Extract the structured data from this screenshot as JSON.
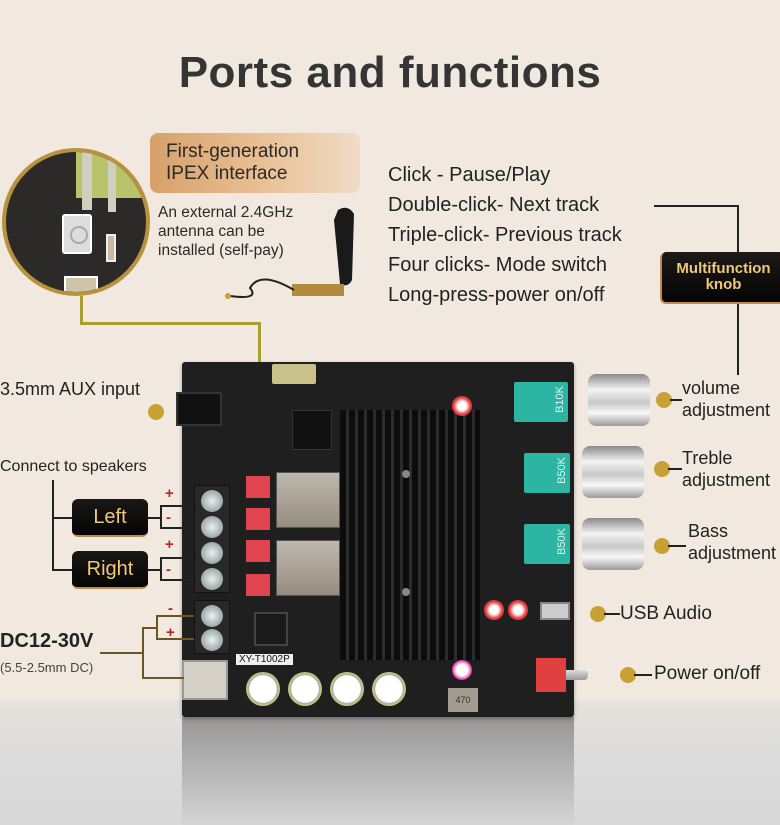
{
  "title": "Ports and functions",
  "ipex": {
    "badge_line1": "First-generation",
    "badge_line2": "IPEX interface",
    "desc_line1": "An external 2.4GHz",
    "desc_line2": "antenna can be",
    "desc_line3": "installed (self-pay)"
  },
  "knob_functions": [
    "Click - Pause/Play",
    "Double-click- Next track",
    "Triple-click- Previous track",
    "Four clicks- Mode switch",
    "Long-press-power on/off"
  ],
  "knob_badge": {
    "line1": "Multifunction",
    "line2": "knob"
  },
  "left_labels": {
    "aux": "3.5mm AUX input",
    "speakers": "Connect to speakers",
    "left": "Left",
    "right": "Right",
    "plus": "+",
    "minus": "-",
    "dc_voltage": "DC12-30V",
    "dc_jack": "(5.5-2.5mm DC)"
  },
  "right_labels": {
    "volume_1": "volume",
    "volume_2": "adjustment",
    "treble_1": "Treble",
    "treble_2": "adjustment",
    "bass_1": "Bass",
    "bass_2": "adjustment",
    "usb": "USB Audio",
    "power": "Power on/off"
  },
  "board": {
    "model": "XY-T1002P",
    "pot_volume": "B10K",
    "pot_treble": "B50K",
    "pot_bass": "B50K",
    "inductor": "470"
  },
  "colors": {
    "background": "#f1e9df",
    "accent_dot": "#c9a035",
    "badge_text": "#f0c878",
    "pcb": "#1f1f1f",
    "pot": "#2bb5a2"
  }
}
